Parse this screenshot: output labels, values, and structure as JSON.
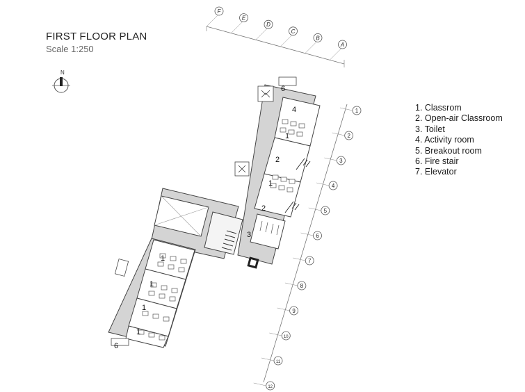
{
  "plan": {
    "title": "FIRST FLOOR PLAN",
    "scale": "Scale 1:250",
    "north_label": "N"
  },
  "legend": [
    "1. Classrom",
    "2. Open-air Classroom",
    "3. Toilet",
    "4. Activity room",
    "5. Breakout room",
    "6. Fire stair",
    "7. Elevator"
  ],
  "grid_top": [
    "F",
    "E",
    "D",
    "C",
    "B",
    "A"
  ],
  "grid_right": [
    "1",
    "2",
    "3",
    "4",
    "5",
    "6",
    "7",
    "8",
    "9",
    "10",
    "11",
    "12"
  ],
  "room_labels": [
    "6",
    "4",
    "1",
    "2",
    "1",
    "2",
    "3",
    "1",
    "1",
    "1",
    "1",
    "6"
  ]
}
